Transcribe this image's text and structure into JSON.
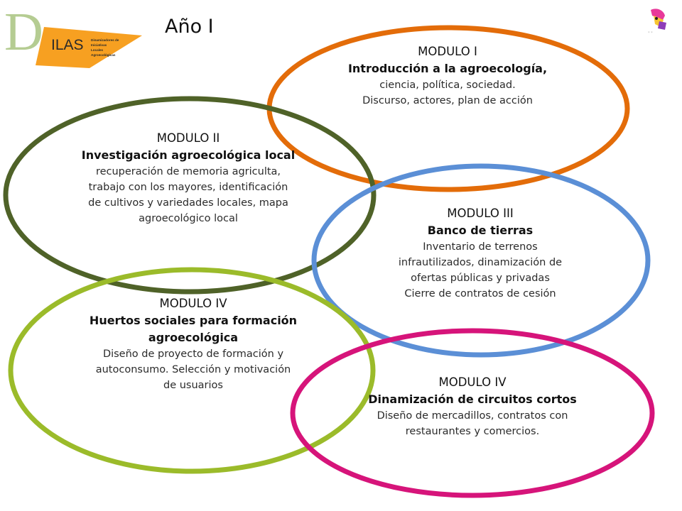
{
  "slide": {
    "title": "Año I",
    "logo": {
      "letter": "D",
      "text": "ILAS",
      "tagline": [
        "Dinamizadores de",
        "Iniciativas",
        "Locales",
        "Agroecológicas"
      ],
      "colors": {
        "orange": "#F7A021",
        "green": "#A9C47F",
        "text": "#2a2a2a"
      }
    },
    "corner_icon": "colorful-figure-icon"
  },
  "modules": [
    {
      "id": "m1",
      "color": "#E36C09",
      "label": "MODULO I",
      "heading": "Introducción a la agroecología,",
      "lines": [
        "ciencia, política, sociedad.",
        "Discurso, actores, plan de acción"
      ]
    },
    {
      "id": "m2",
      "color": "#4F6228",
      "label": "MODULO II",
      "heading": "Investigación agroecológica local",
      "lines": [
        "recuperación de memoria agriculta,",
        "trabajo con los mayores, identificación",
        "de cultivos y variedades locales, mapa",
        "agroecológico local"
      ]
    },
    {
      "id": "m3",
      "color": "#5B8FD6",
      "label": "MODULO III",
      "heading": "Banco de tierras",
      "lines": [
        "Inventario de terrenos",
        "infrautilizados, dinamización de",
        "ofertas públicas y privadas",
        "Cierre de contratos de cesión"
      ]
    },
    {
      "id": "m4",
      "color": "#9BBB2A",
      "label": "MODULO IV",
      "heading": "Huertos sociales para formación agroecológica",
      "heading_lines": [
        "Huertos sociales para formación",
        "agroecológica"
      ],
      "lines": [
        "Diseño de proyecto de formación y",
        "autoconsumo.  Selección y motivación",
        "de usuarios"
      ]
    },
    {
      "id": "m5",
      "color": "#D6147A",
      "label": "MODULO IV",
      "heading": "Dinamización de circuitos cortos",
      "lines": [
        "Diseño de mercadillos, contratos con",
        "restaurantes y comercios."
      ]
    }
  ]
}
